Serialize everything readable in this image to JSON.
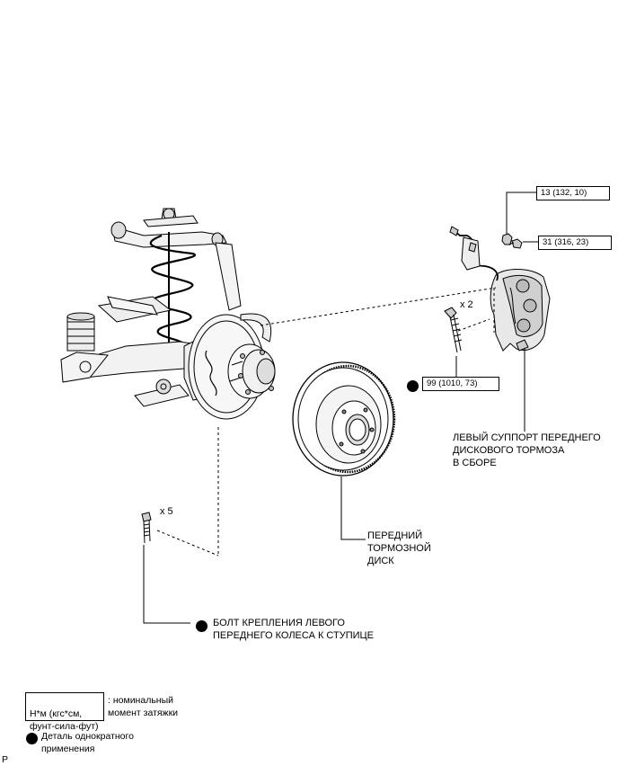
{
  "torque_specs": {
    "caliper_nut": "13 (132, 10)",
    "caliper_bolt_small": "31 (316, 23)",
    "caliper_mount_bolt": "99 (1010, 73)"
  },
  "quantities": {
    "caliper_bolts": "x 2",
    "hub_bolts": "x 5"
  },
  "labels": {
    "caliper_assembly": "ЛЕВЫЙ СУППОРТ ПЕРЕДНЕГО\nДИСКОВОГО ТОРМОЗА\nВ СБОРЕ",
    "brake_disc": "ПЕРЕДНИЙ\nТОРМОЗНОЙ\nДИСК",
    "hub_bolt": "БОЛТ КРЕПЛЕНИЯ ЛЕВОГО\nПЕРЕДНЕГО КОЛЕСА К СТУПИЦЕ"
  },
  "legend": {
    "torque_units": "Н*м (кгс*см,\nфунт-сила-фут)",
    "torque_desc": ": номинальный\nмомент затяжки",
    "non_reusable": "Деталь однократного\nприменения"
  },
  "page_marker": "P"
}
